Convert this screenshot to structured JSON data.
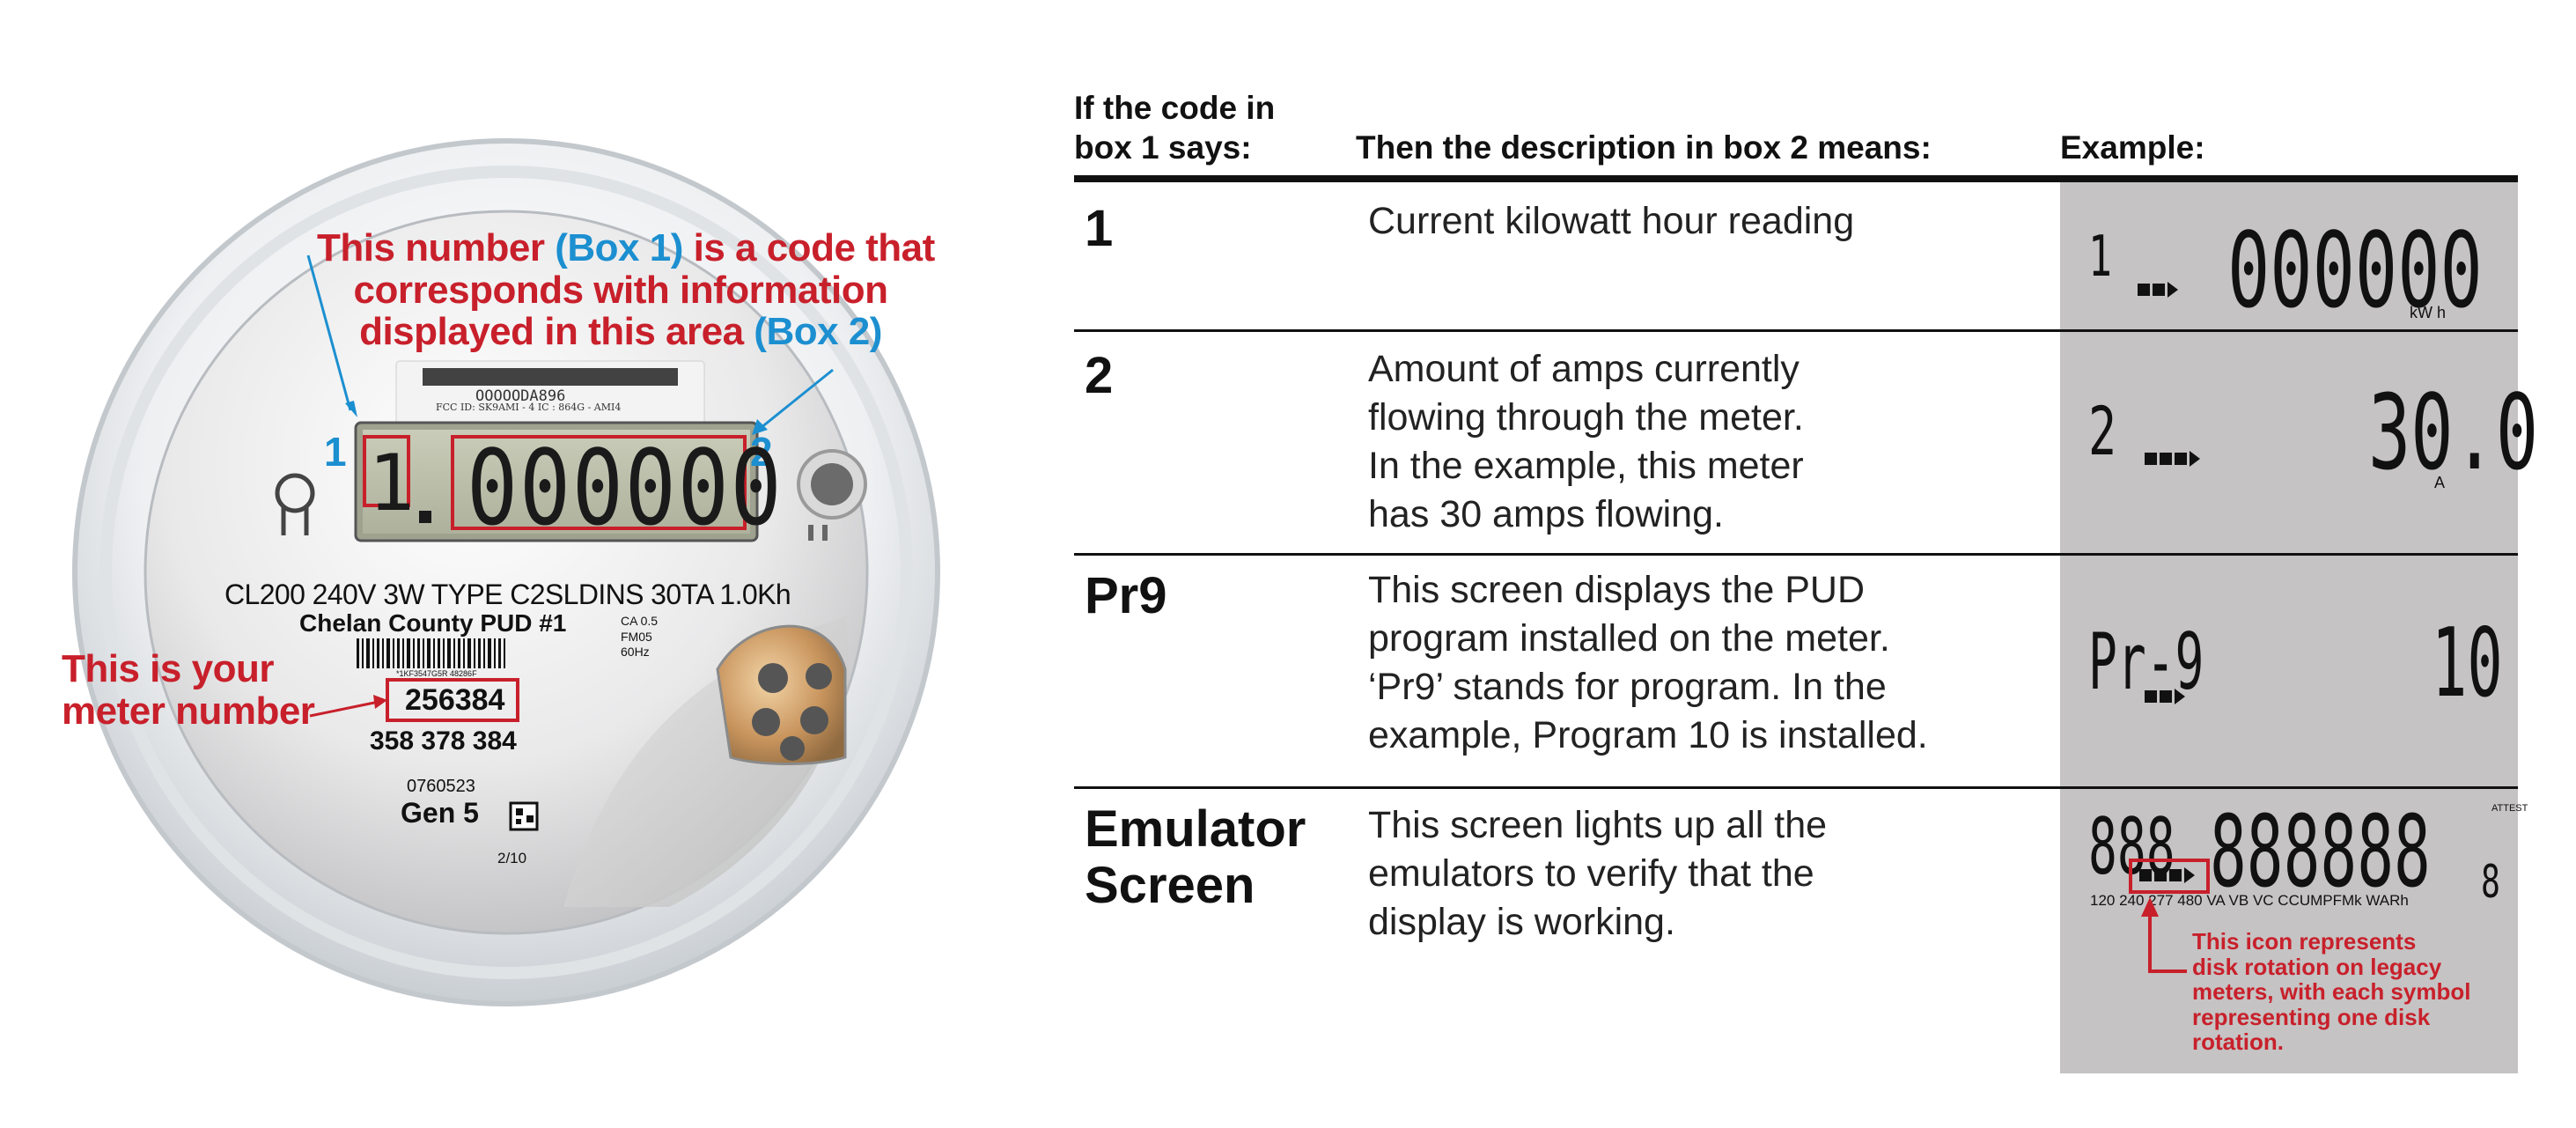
{
  "meter": {
    "annotation_top": {
      "part1": "This number ",
      "part2": "(Box 1)",
      "part3": " is a code that",
      "line2": "corresponds with information",
      "line3a": "displayed in this area ",
      "line3b": "(Box 2)"
    },
    "annotation_meter_number": {
      "line1": "This is your",
      "line2": "meter number"
    },
    "box1_label": "1",
    "box2_label": "2",
    "lcd_code": "1",
    "lcd_value": "000000",
    "label_top_code": "OOOOODA896",
    "fcc_line": "FCC  ID:  SK9AMI - 4       IC : 864G - AMI4",
    "spec_line": "CL200  240V  3W  TYPE  C2SLDINS  30TA  1.0Kh",
    "utility": "Chelan County PUD #1",
    "ca_lines": [
      "CA  0.5",
      "FM05",
      "60Hz"
    ],
    "barcode_text": "*1KF3547G5R 48286F",
    "meter_number": "256384",
    "serial": "358 378 384",
    "model_code": "0760523",
    "generation": "Gen 5",
    "date_code": "2/10"
  },
  "table": {
    "headers": {
      "col1_line1": "If the code in",
      "col1_line2": "box 1 says:",
      "col2": "Then the description in box 2 means:",
      "col3": "Example:"
    },
    "rows": [
      {
        "code": "1",
        "desc": [
          "Current kilowatt hour reading"
        ],
        "example": {
          "left": "1",
          "right": "000000",
          "unit": "kW  h",
          "arrows": 1
        }
      },
      {
        "code": "2",
        "desc": [
          "Amount of amps currently",
          "flowing through the meter.",
          "In the example, this meter",
          "has 30 amps flowing."
        ],
        "example": {
          "left": "2",
          "right": "30.0",
          "unit": "A",
          "arrows": 2
        }
      },
      {
        "code": "Pr9",
        "desc": [
          "This screen displays the PUD",
          "program installed on the meter.",
          "‘Pr9’ stands for program. In the",
          "example, Program 10 is installed."
        ],
        "example": {
          "left": "Pr-9",
          "right": "10",
          "unit": "",
          "arrows": 1
        }
      },
      {
        "code_lines": [
          "Emulator",
          "Screen"
        ],
        "desc": [
          "This screen lights up all the",
          "emulators to verify that the",
          "display is working."
        ],
        "example": {
          "left": "888",
          "right": "888888",
          "small_right": "8",
          "side_label": "ATTEST",
          "scale": "120 240 277 480  VA VB VC    CCUMPFMk WARh",
          "arrows": 3,
          "note": [
            "This icon represents",
            "disk rotation on legacy",
            "meters, with each symbol",
            "representing one disk",
            "rotation."
          ]
        }
      }
    ]
  },
  "colors": {
    "annotation_red": "#c8202b",
    "annotation_blue": "#1c8fd0",
    "example_bg": "#c5c3c3"
  }
}
